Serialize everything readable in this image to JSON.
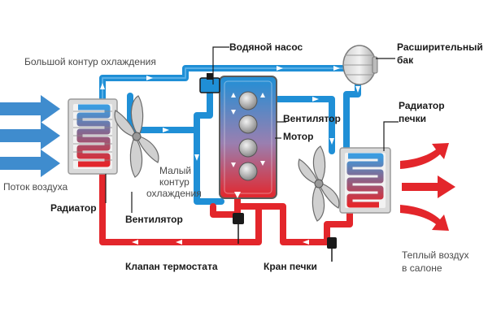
{
  "labels": {
    "large_circuit": "Большой контур охлаждения",
    "water_pump": "Водяной насос",
    "expansion_tank_line1": "Расширительный",
    "expansion_tank_line2": "бак",
    "heater_radiator_line1": "Радиатор",
    "heater_radiator_line2": "печки",
    "fan_right": "Вентилятор",
    "motor": "Мотор",
    "small_circuit_line1": "Малый",
    "small_circuit_line2": "контур",
    "small_circuit_line3": "охлаждения",
    "air_flow": "Поток воздуха",
    "radiator": "Радиатор",
    "fan_left": "Вентилятор",
    "thermostat_valve": "Клапан термостата",
    "heater_valve": "Кран печки",
    "warm_air_line1": "Теплый воздух",
    "warm_air_line2": "в салоне"
  },
  "colors": {
    "cold": "#1f8fd6",
    "hot": "#e3262b",
    "inflow_arrow": "#2a7fc9",
    "outflow_arrow": "#e3262b",
    "label_dark": "#1a1a1a",
    "label_gray": "#4a4a4a"
  },
  "icons": {
    "radiator": "radiator-icon",
    "fan": "fan-icon",
    "pump": "water-pump-icon",
    "tank": "expansion-tank-icon",
    "engine": "engine-block-icon",
    "valve": "valve-icon"
  }
}
